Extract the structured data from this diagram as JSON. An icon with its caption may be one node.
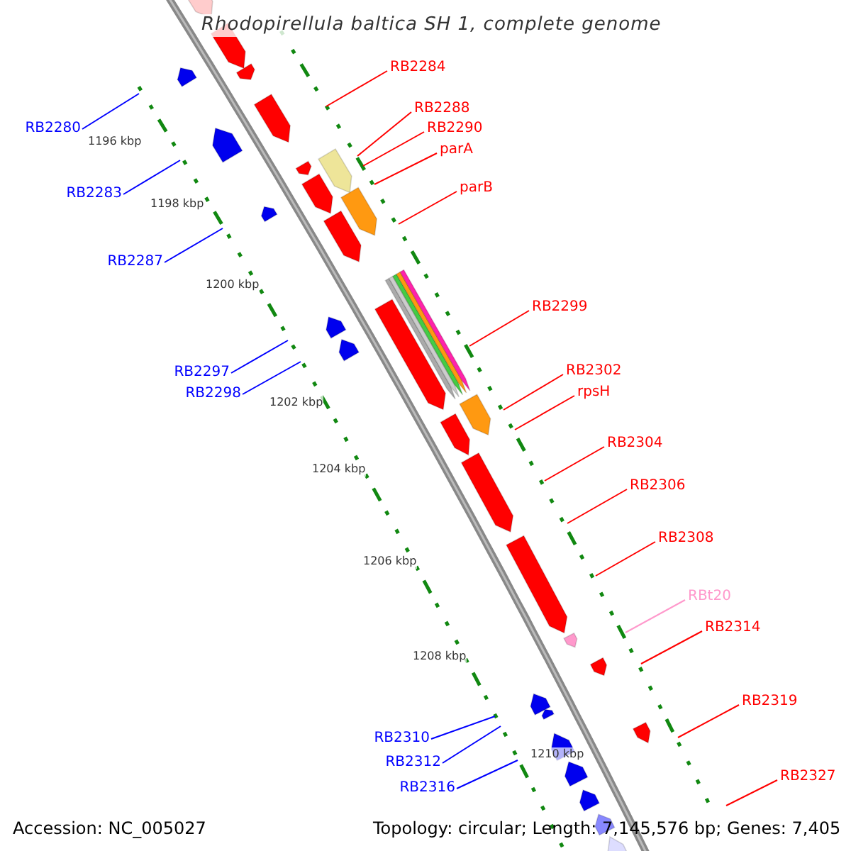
{
  "diagram": {
    "title": "Rhodopirellula baltica SH 1, complete genome",
    "nodes": [
      {
        "text": [
          "RB2284"
        ]
      },
      {
        "text": [
          "RB2288"
        ]
      },
      {
        "text": [
          "RB2290"
        ]
      },
      {
        "text": [
          "RB2280"
        ]
      },
      {
        "text": [
          "parA"
        ]
      },
      {
        "text": [
          "parB"
        ]
      },
      {
        "text": [
          "RB2283"
        ]
      },
      {
        "text": [
          "RB2287"
        ]
      },
      {
        "text": [
          "RB2299"
        ]
      },
      {
        "text": [
          "RB2302"
        ]
      },
      {
        "text": [
          "RB2297"
        ]
      },
      {
        "text": [
          "rpsH"
        ]
      },
      {
        "text": [
          "RB2298"
        ]
      },
      {
        "text": [
          "RB2304"
        ]
      },
      {
        "text": [
          "RB2306"
        ]
      },
      {
        "text": [
          "RB2308"
        ]
      },
      {
        "text": [
          "RBt20"
        ]
      },
      {
        "text": [
          "RB2314"
        ]
      },
      {
        "text": [
          "RB2319"
        ]
      },
      {
        "text": [
          "RB2310"
        ]
      },
      {
        "text": [
          "RB2312"
        ]
      },
      {
        "text": [
          "RB2327"
        ]
      },
      {
        "text": [
          "RB2316"
        ]
      }
    ],
    "edges": [
      {
        "from": 0,
        "to": null,
        "arrow": "none"
      },
      {
        "from": 1,
        "to": null,
        "arrow": "none"
      },
      {
        "from": 2,
        "to": null,
        "arrow": "none"
      },
      {
        "from": 3,
        "to": null,
        "arrow": "none",
        "color": "#0000ff"
      },
      {
        "from": 4,
        "to": null,
        "arrow": "none"
      },
      {
        "from": 5,
        "to": null,
        "arrow": "none"
      },
      {
        "from": 6,
        "to": null,
        "arrow": "none",
        "color": "#0000ff"
      },
      {
        "from": 7,
        "to": null,
        "arrow": "none",
        "color": "#0000ff"
      },
      {
        "from": 8,
        "to": null,
        "arrow": "none"
      },
      {
        "from": 9,
        "to": null,
        "arrow": "none"
      },
      {
        "from": 10,
        "to": null,
        "arrow": "none",
        "color": "#0000ff"
      },
      {
        "from": 11,
        "to": null,
        "arrow": "none"
      },
      {
        "from": 12,
        "to": null,
        "arrow": "none",
        "color": "#0000ff"
      },
      {
        "from": 13,
        "to": null,
        "arrow": "none"
      },
      {
        "from": 14,
        "to": null,
        "arrow": "none"
      },
      {
        "from": 15,
        "to": null,
        "arrow": "none"
      },
      {
        "from": 16,
        "to": null,
        "arrow": "none",
        "color": "#ff99cc"
      },
      {
        "from": 17,
        "to": null,
        "arrow": "none"
      },
      {
        "from": 18,
        "to": null,
        "arrow": "none"
      },
      {
        "from": 19,
        "to": null,
        "arrow": "none",
        "color": "#0000ff"
      },
      {
        "from": 20,
        "to": null,
        "arrow": "none",
        "color": "#0000ff"
      },
      {
        "from": 21,
        "to": null,
        "arrow": "none"
      },
      {
        "from": 22,
        "to": null,
        "arrow": "none",
        "color": "#0000ff"
      }
    ],
    "labels": [
      "1196 kbp",
      "1198 kbp",
      "1200 kbp",
      "1202 kbp",
      "1204 kbp",
      "1206 kbp",
      "1208 kbp",
      "1210 kbp",
      "Accession: NC_005027",
      "Topology: circular; Length: 7,145,576 bp; Genes: 7,405"
    ]
  }
}
